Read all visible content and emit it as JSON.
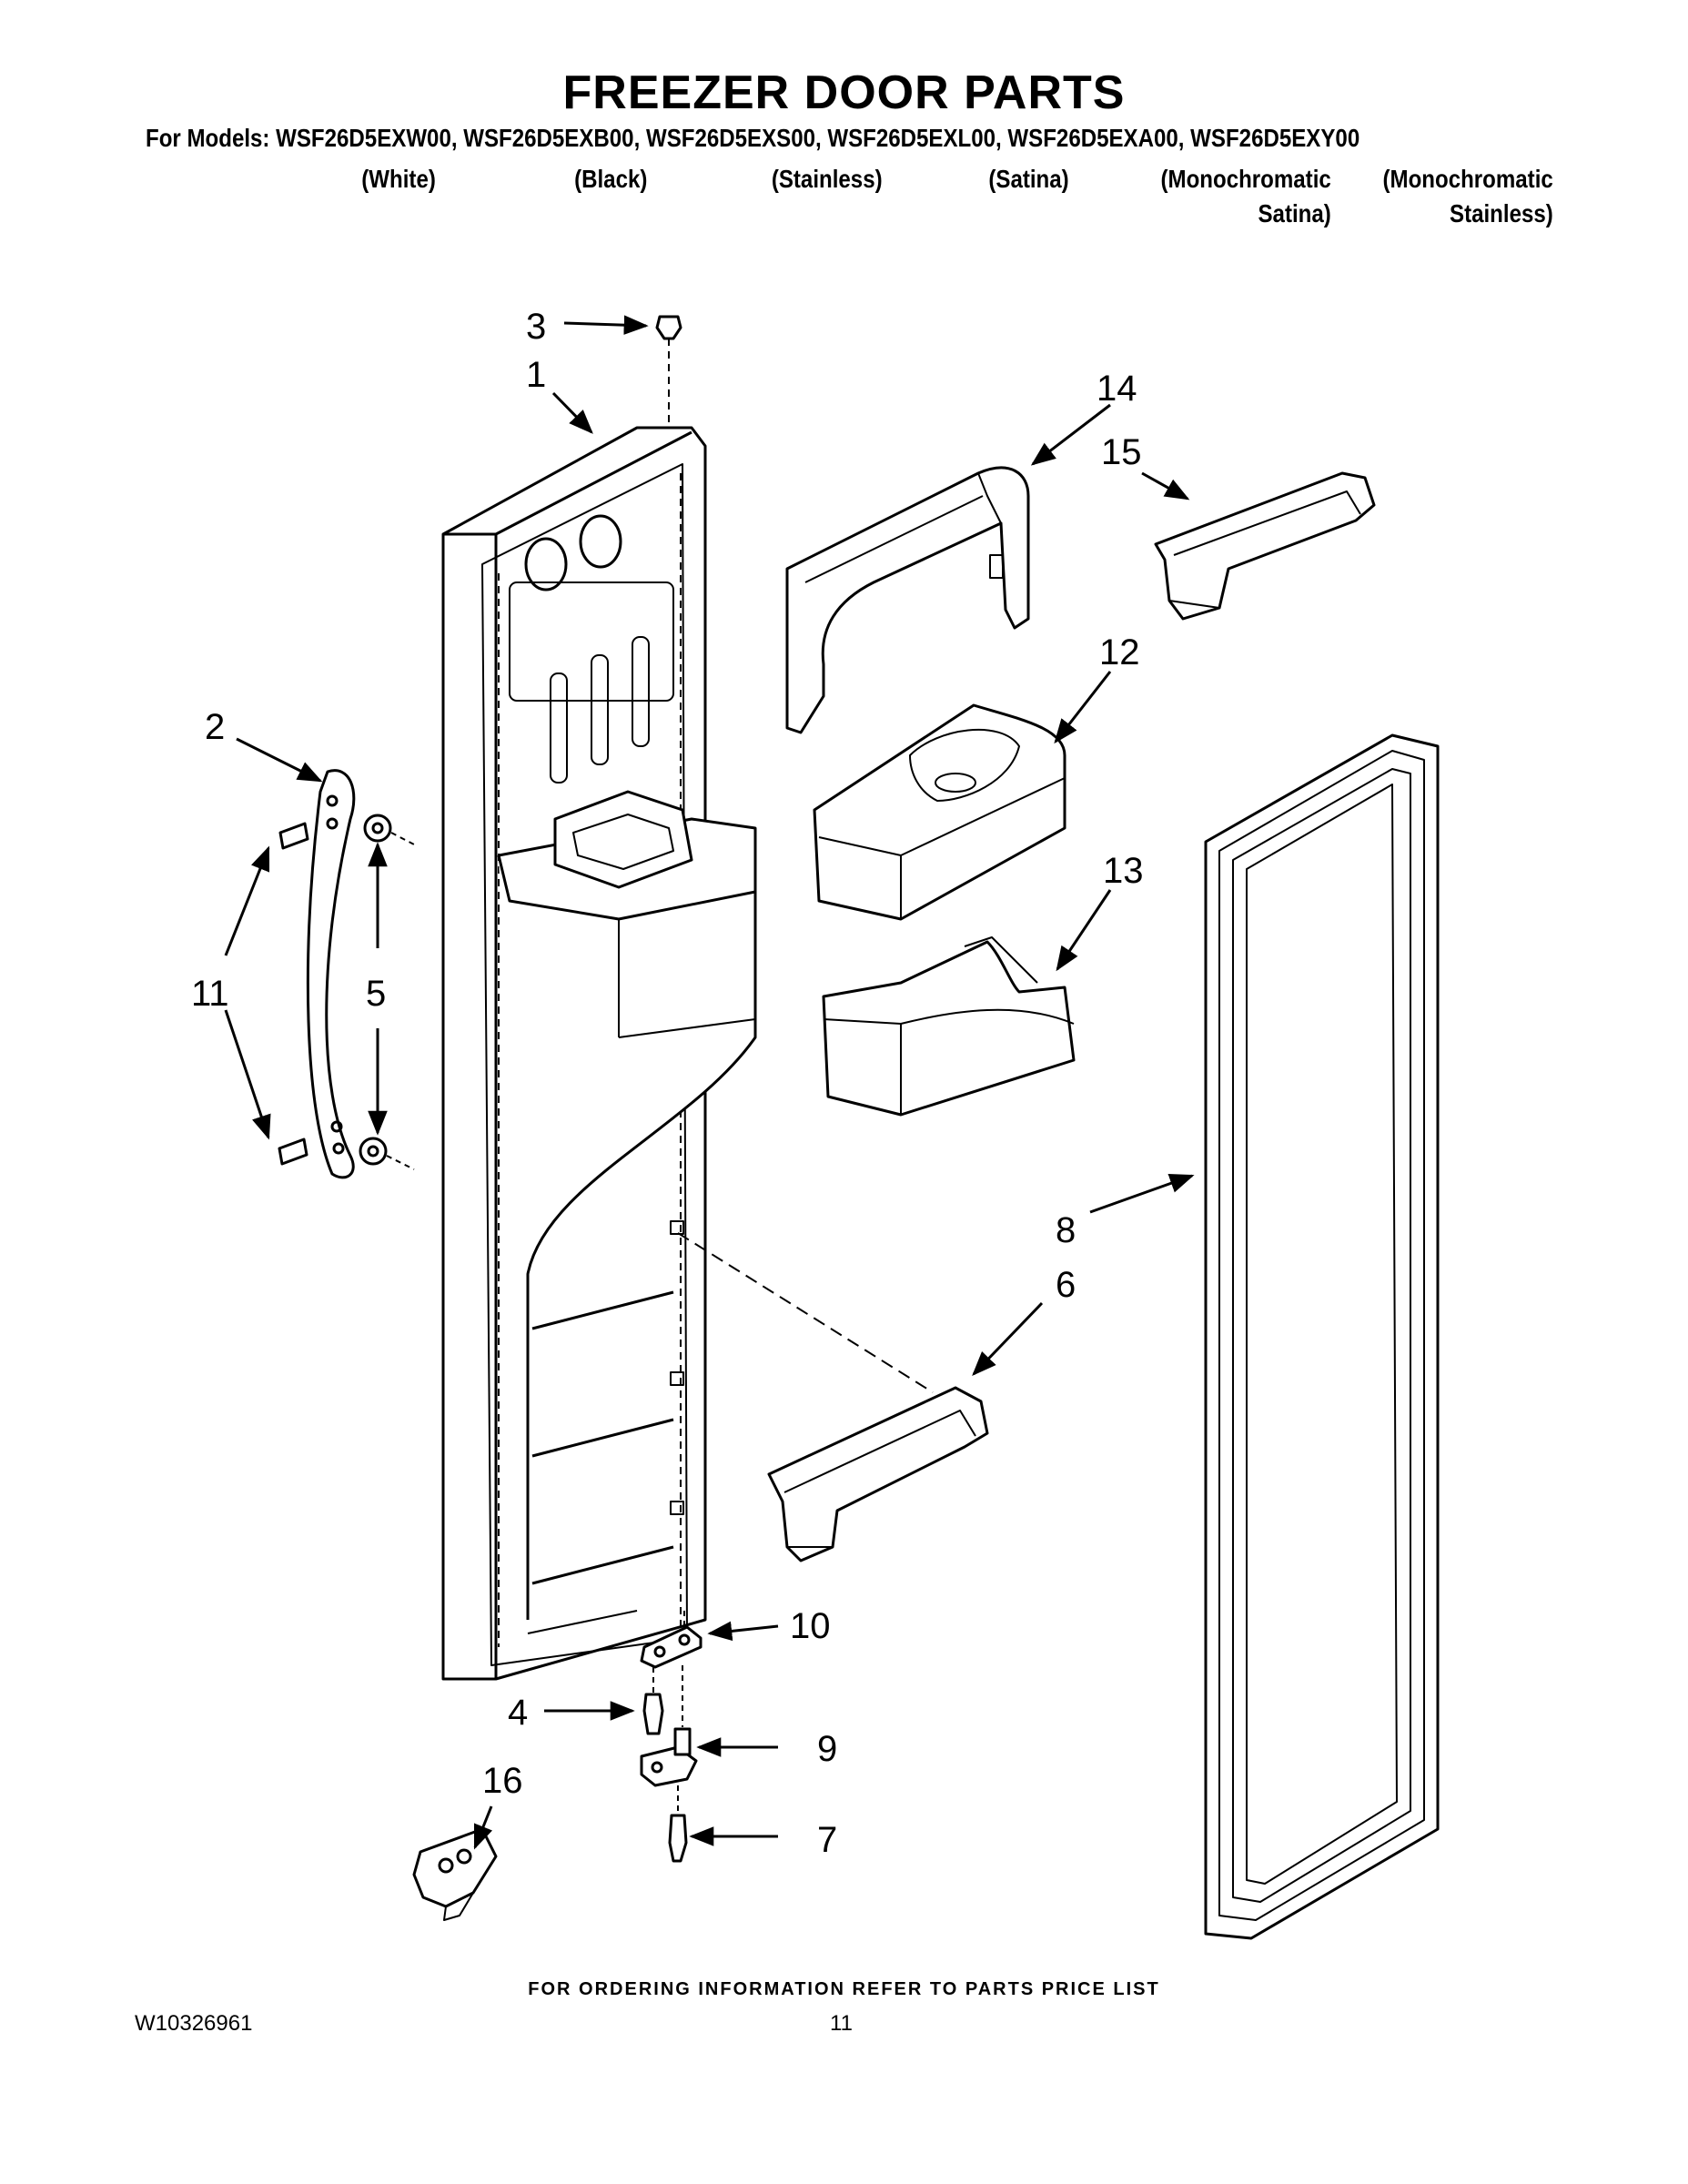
{
  "header": {
    "title": "FREEZER DOOR PARTS",
    "models_line": "For Models: WSF26D5EXW00, WSF26D5EXB00, WSF26D5EXS00, WSF26D5EXL00, WSF26D5EXA00, WSF26D5EXY00",
    "variants": [
      "(White)",
      "(Black)",
      "(Stainless)",
      "(Satina)",
      "(Monochromatic\nSatina)",
      "(Monochromatic\nStainless)"
    ]
  },
  "callouts": {
    "c1": "1",
    "c2": "2",
    "c3": "3",
    "c4": "4",
    "c5": "5",
    "c6": "6",
    "c7": "7",
    "c8": "8",
    "c9": "9",
    "c10": "10",
    "c11": "11",
    "c12": "12",
    "c13": "13",
    "c14": "14",
    "c15": "15",
    "c16": "16"
  },
  "footer": {
    "ordering_note": "FOR ORDERING INFORMATION REFER TO PARTS PRICE LIST",
    "doc_number": "W10326961",
    "page_number": "11"
  }
}
